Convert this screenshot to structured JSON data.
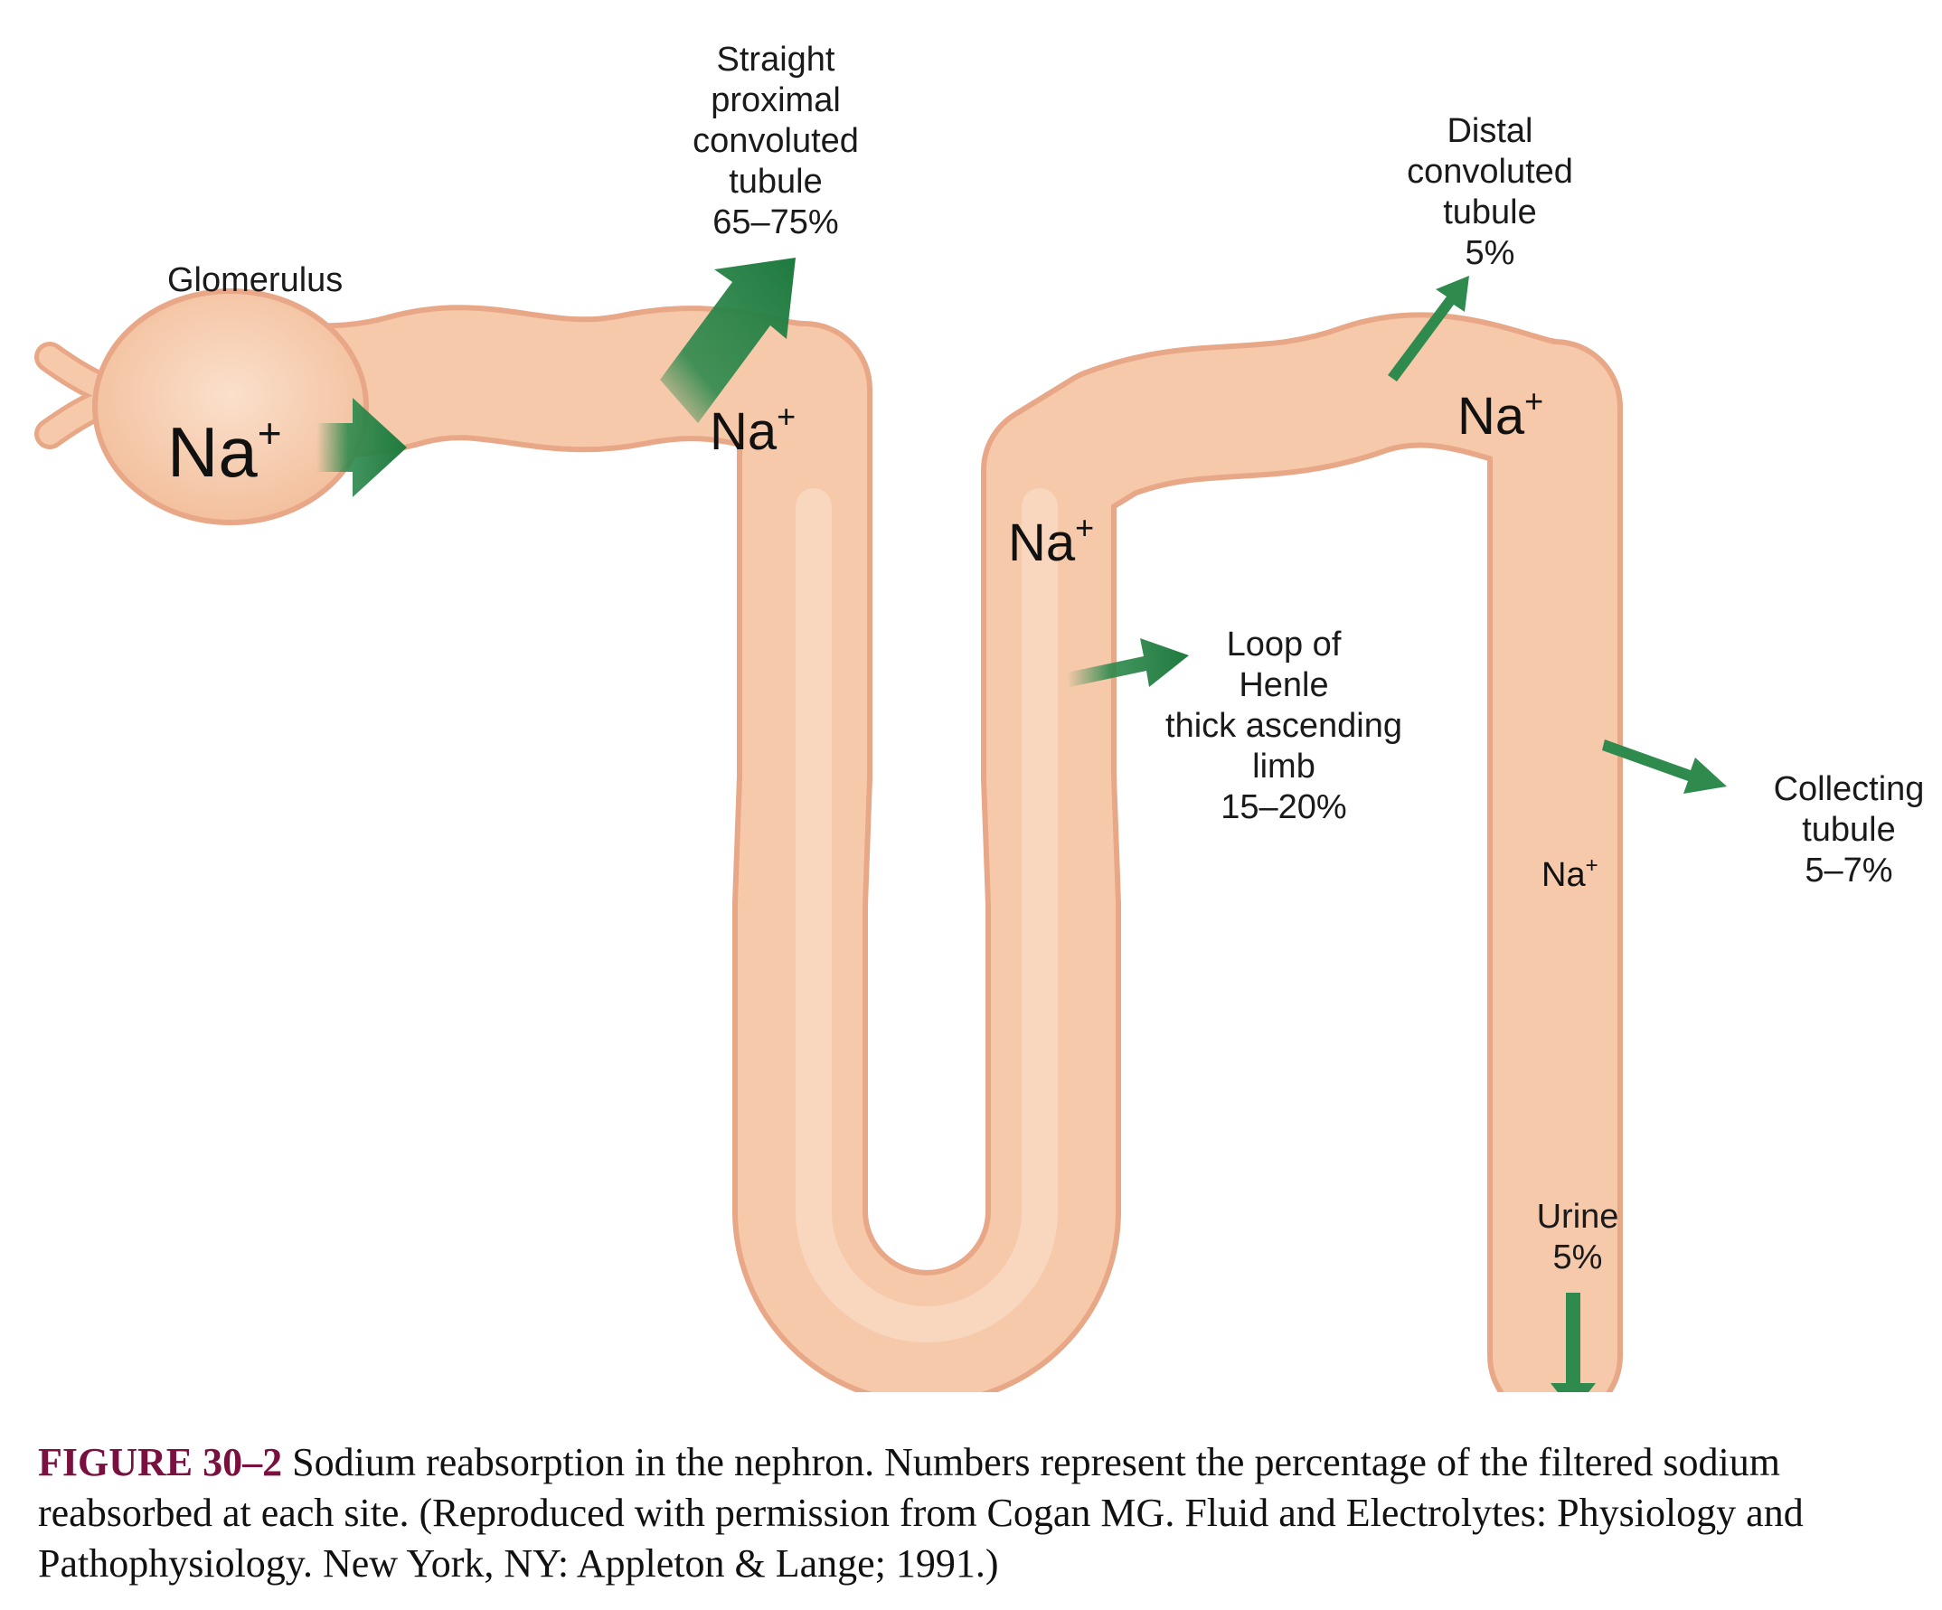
{
  "labels": {
    "glomerulus": "Glomerulus",
    "proximal": [
      "Straight",
      "proximal",
      "convoluted",
      "tubule",
      "65–75%"
    ],
    "distal": [
      "Distal",
      "convoluted",
      "tubule",
      "5%"
    ],
    "loop": [
      "Loop of",
      "Henle",
      "thick ascending",
      "limb",
      "15–20%"
    ],
    "collecting": [
      "Collecting",
      "tubule",
      "5–7%"
    ],
    "urine": [
      "Urine",
      "5%"
    ]
  },
  "ion": {
    "base": "Na",
    "charge": "+"
  },
  "caption": {
    "figure_label": "FIGURE 30–2",
    "text": "Sodium reabsorption in the nephron. Numbers represent the percentage of the filtered sodium reabsorbed at each site. (Reproduced with permission from Cogan MG. Fluid and Electrolytes: Physiology and Pathophysiology. New York, NY: Appleton & Lange; 1991.)"
  },
  "colors": {
    "tubule_fill": "#f6c9aa",
    "tubule_outline": "#e8a787",
    "arrow_green": "#2f8a4e",
    "figure_label": "#7a1040"
  }
}
